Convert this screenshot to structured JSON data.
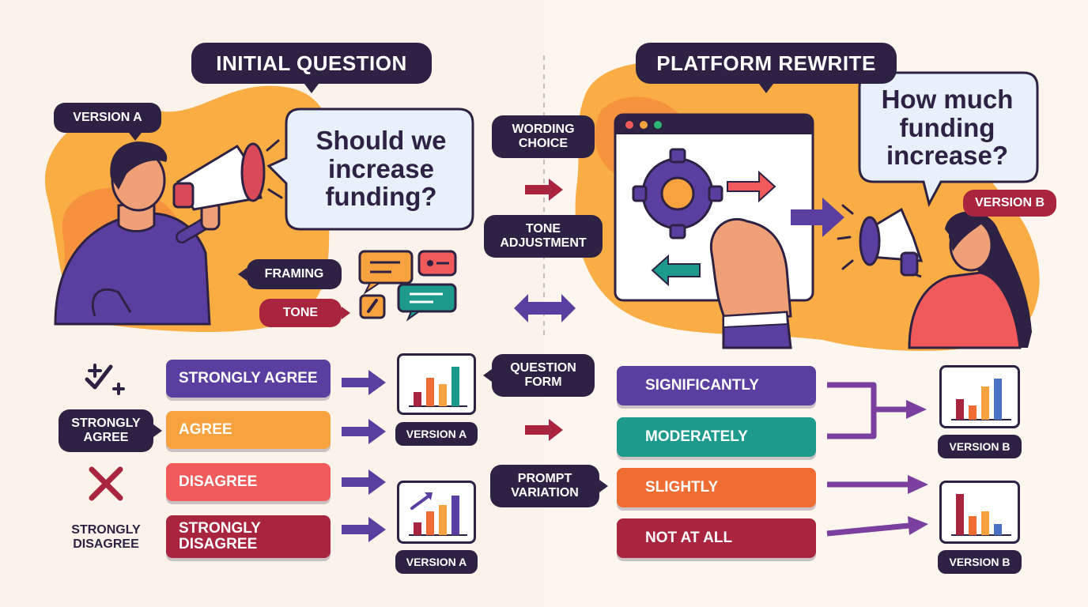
{
  "left": {
    "title": "INITIAL QUESTION",
    "version_tag": "VERSION A",
    "question": "Should we increase funding?",
    "framing_label": "FRAMING",
    "tone_label": "TONE",
    "scale": {
      "options": [
        "STRONGLY AGREE",
        "AGREE",
        "DISAGREE",
        "STRONGLY DISAGREE"
      ],
      "side_label_agree": "STRONGLY AGREE",
      "side_label_disagree": "STRONGLY DISAGREE"
    },
    "chart_tags": [
      "VERSION A",
      "VERSION A"
    ]
  },
  "middle": {
    "labels": [
      "WORDING CHOICE",
      "TONE ADJUSTMENT",
      "QUESTION FORM",
      "PROMPT VARIATION"
    ]
  },
  "right": {
    "title": "PLATFORM REWRITE",
    "version_tag": "VERSION B",
    "question": "How much funding increase?",
    "scale": {
      "options": [
        "SIGNIFICANTLY",
        "MODERATELY",
        "SLIGHTLY",
        "NOT AT ALL"
      ]
    },
    "chart_tags": [
      "VERSION B",
      "VERSION B"
    ]
  },
  "colors": {
    "navy": "#2e2244",
    "purple": "#5b3fa0",
    "orange": "#f7a23e",
    "coral": "#f05a5a",
    "crimson": "#a8243f",
    "teal": "#1e9a8c",
    "orange_dark": "#ef6c32",
    "blob": "#f9a93a",
    "background": "#fbf3ea"
  },
  "icons": {
    "check_plus": "check-plus-icon",
    "cross": "cross-icon",
    "gear": "gear-icon",
    "megaphone": "megaphone-icon",
    "chat": "chat-bubble-icon"
  }
}
